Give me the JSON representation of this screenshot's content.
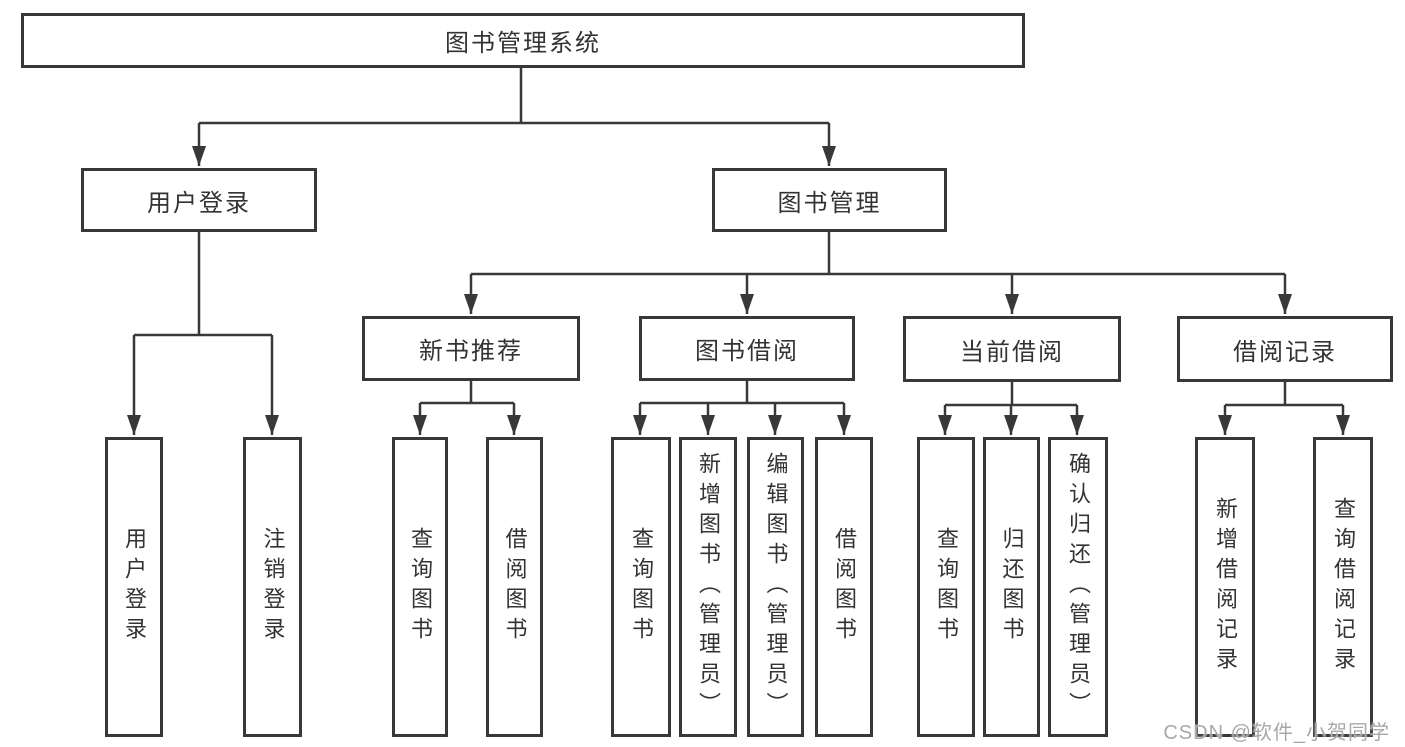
{
  "colors": {
    "line": "#383838",
    "text": "#333333",
    "watermark": "#a8a8a8",
    "background": "#ffffff"
  },
  "watermark": {
    "text": "CSDN @软件_小贺同学"
  },
  "tree": {
    "root": {
      "label": "图书管理系统"
    },
    "children": [
      {
        "label": "用户登录",
        "children": [
          {
            "label": "用户登录"
          },
          {
            "label": "注销登录"
          }
        ]
      },
      {
        "label": "图书管理",
        "children": [
          {
            "label": "新书推荐",
            "children": [
              {
                "label": "查询图书"
              },
              {
                "label": "借阅图书"
              }
            ]
          },
          {
            "label": "图书借阅",
            "children": [
              {
                "label": "查询图书"
              },
              {
                "label": "新增图书（管理员）"
              },
              {
                "label": "编辑图书（管理员）"
              },
              {
                "label": "借阅图书"
              }
            ]
          },
          {
            "label": "当前借阅",
            "children": [
              {
                "label": "查询图书"
              },
              {
                "label": "归还图书"
              },
              {
                "label": "确认归还（管理员）"
              }
            ]
          },
          {
            "label": "借阅记录",
            "children": [
              {
                "label": "新增借阅记录"
              },
              {
                "label": "查询借阅记录"
              }
            ]
          }
        ]
      }
    ]
  }
}
